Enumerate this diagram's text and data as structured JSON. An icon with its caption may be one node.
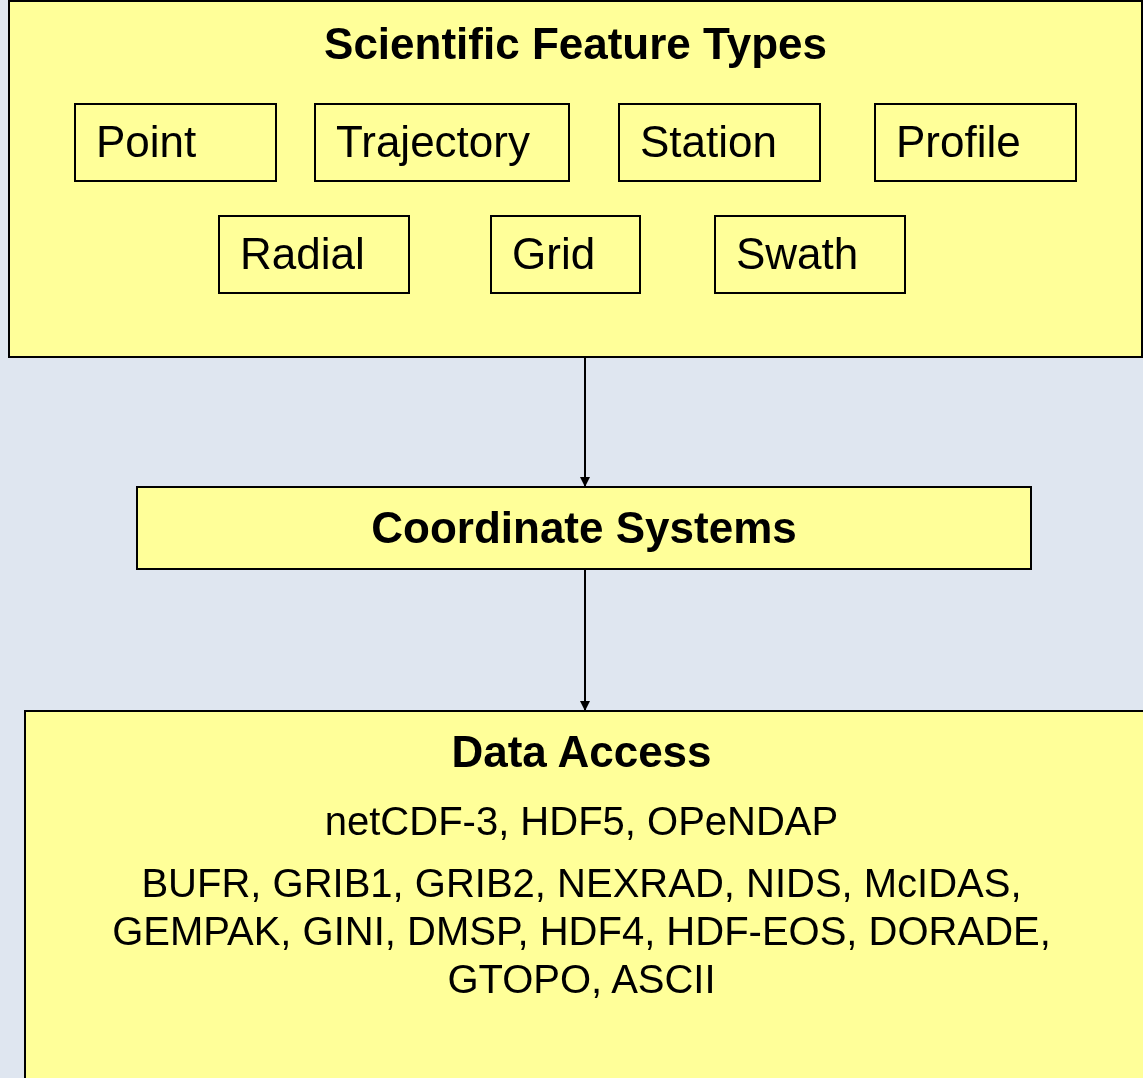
{
  "diagram": {
    "nodes": [
      {
        "text": [
          "Scientific Feature Types"
        ]
      },
      {
        "text": [
          "Point"
        ],
        "in": 0
      },
      {
        "text": [
          "Trajectory"
        ],
        "in": 0
      },
      {
        "text": [
          "Station"
        ],
        "in": 0
      },
      {
        "text": [
          "Profile"
        ],
        "in": 0
      },
      {
        "text": [
          "Radial"
        ],
        "in": 0
      },
      {
        "text": [
          "Grid"
        ],
        "in": 0
      },
      {
        "text": [
          "Swath"
        ],
        "in": 0
      },
      {
        "text": [
          "Coordinate Systems"
        ]
      },
      {
        "text": [
          "Data Access",
          "netCDF-3, HDF5, OPeNDAP",
          "BUFR, GRIB1, GRIB2, NEXRAD, NIDS, McIDAS, GEMPAK, GINI, DMSP, HDF4, HDF-EOS, DORADE, GTOPO, ASCII"
        ]
      }
    ],
    "edges": [
      {
        "from": 0,
        "to": 8,
        "arrow": "to"
      },
      {
        "from": 8,
        "to": 9,
        "arrow": "to"
      }
    ]
  }
}
